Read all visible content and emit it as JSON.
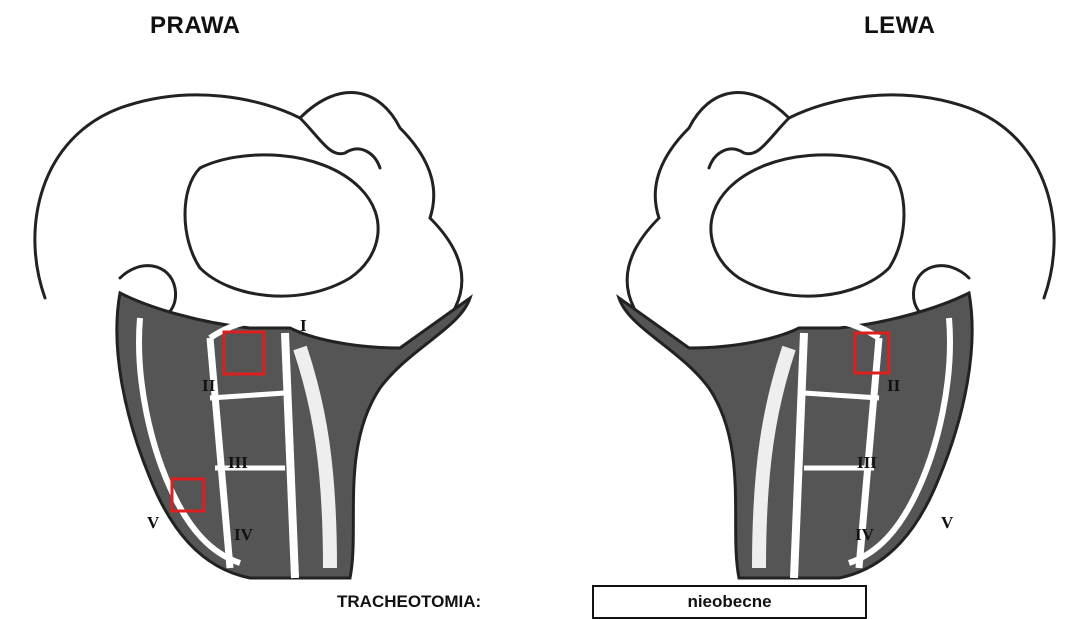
{
  "titles": {
    "right_side": "PRAWA",
    "left_side": "LEWA"
  },
  "levels": {
    "right": {
      "I": "I",
      "II": "II",
      "III": "III",
      "IV": "IV",
      "V": "V"
    },
    "left": {
      "II": "II",
      "III": "III",
      "IV": "IV",
      "V": "V"
    }
  },
  "colors": {
    "marker": "#dd1f1f",
    "ink": "#111111"
  },
  "tracheotomy": {
    "label": "TRACHEOTOMIA:",
    "value": "nieobecne"
  }
}
